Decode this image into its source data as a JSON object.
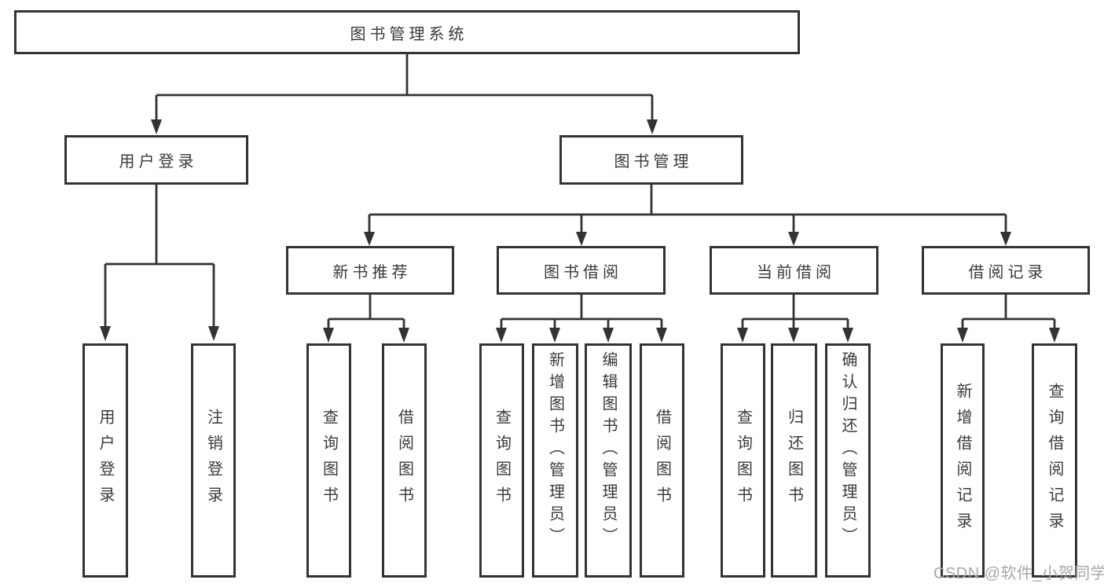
{
  "colors": {
    "line": "#333333",
    "box_border": "#333333",
    "text": "#3a3a3a",
    "watermark": "#a6a6ac",
    "box_background": "#ffffff",
    "background": "#ffffff"
  },
  "tree": {
    "root": {
      "label": "图书管理系统"
    },
    "children": [
      {
        "label": "用户登录",
        "children": [
          {
            "label": "用户登录"
          },
          {
            "label": "注销登录"
          }
        ]
      },
      {
        "label": "图书管理",
        "children": [
          {
            "label": "新书推荐",
            "children": [
              {
                "label": "查询图书"
              },
              {
                "label": "借阅图书"
              }
            ]
          },
          {
            "label": "图书借阅",
            "children": [
              {
                "label": "查询图书"
              },
              {
                "label": "新增图书（管理员）"
              },
              {
                "label": "编辑图书（管理员）"
              },
              {
                "label": "借阅图书"
              }
            ]
          },
          {
            "label": "当前借阅",
            "children": [
              {
                "label": "查询图书"
              },
              {
                "label": "归还图书"
              },
              {
                "label": "确认归还（管理员）"
              }
            ]
          },
          {
            "label": "借阅记录",
            "children": [
              {
                "label": "新增借阅记录"
              },
              {
                "label": "查询借阅记录"
              }
            ]
          }
        ]
      }
    ]
  },
  "watermark": {
    "text": "CSDN @软件_小贺同学"
  }
}
